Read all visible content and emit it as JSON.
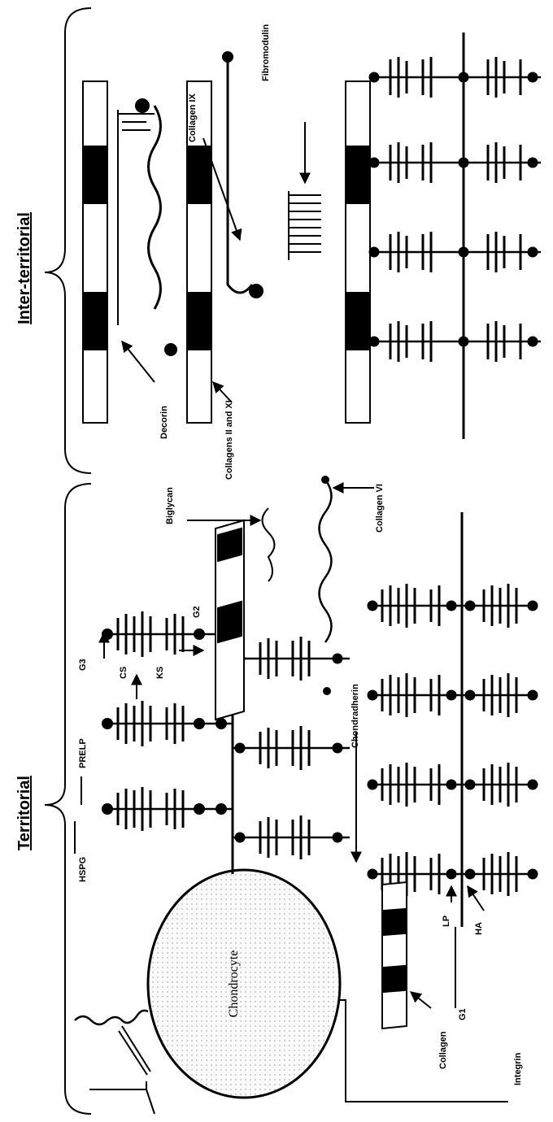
{
  "headings": {
    "territorial": "Territorial",
    "inter_territorial": "Inter-territorial"
  },
  "cell_label": "Chondrocyte",
  "labels": {
    "hspg": "HSPG",
    "prelp": "PRELP",
    "g3": "G3",
    "cs": "CS",
    "ks": "KS",
    "g2": "G2",
    "biglycan": "Biglycan",
    "collagen_vi": "Collagen VI",
    "chondroadherin": "Chondradherin",
    "lp": "LP",
    "ha": "HA",
    "g1": "G1",
    "collagen": "Collagen",
    "integrin": "Integrin",
    "decorin": "Decorin",
    "collagen_ix": "Collagen IX",
    "fibromodulin": "Fibromodulin",
    "collagens_ii_xi": "Collagens II and XI"
  },
  "colors": {
    "ink": "#000000",
    "paper": "#ffffff",
    "cell_fill": "#f2f2f2"
  }
}
